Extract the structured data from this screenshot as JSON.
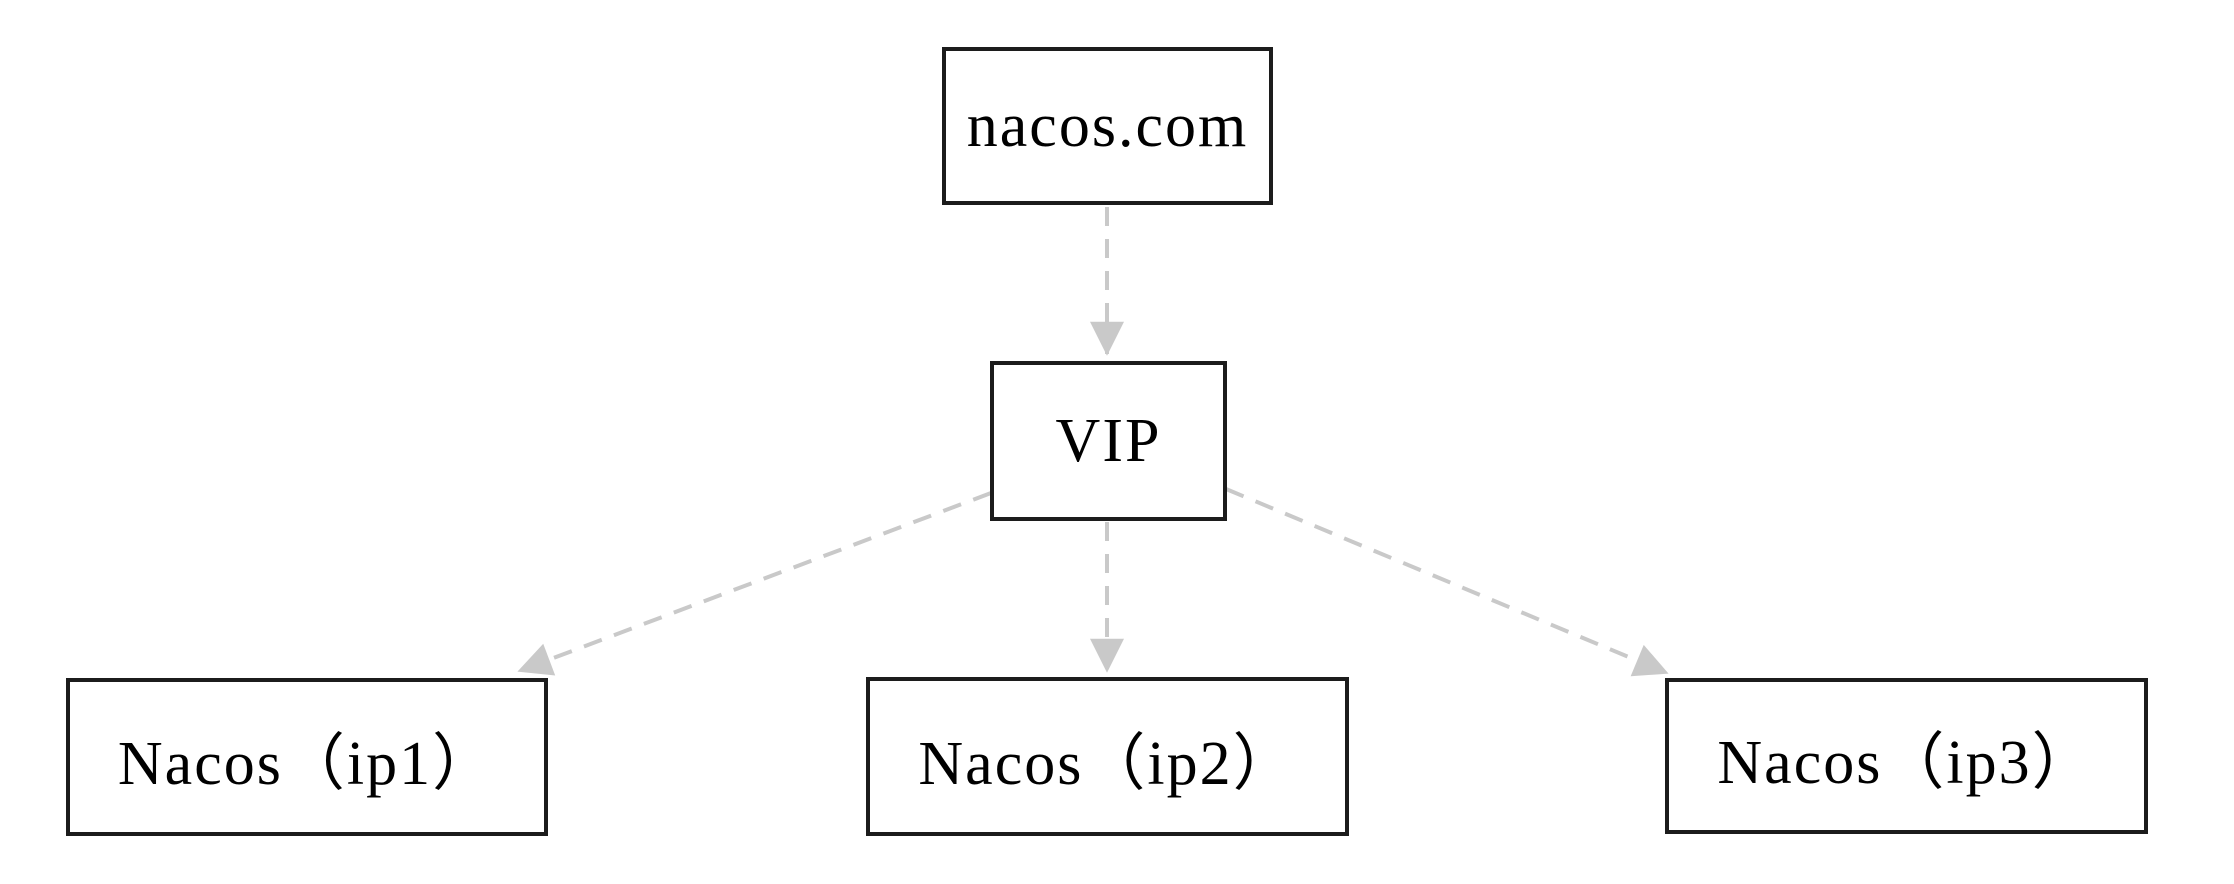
{
  "diagram": {
    "type": "flowchart",
    "nodes": [
      {
        "id": "nacos-com",
        "label": "nacos.com",
        "shape": "rectangle"
      },
      {
        "id": "vip",
        "label": "VIP",
        "shape": "rectangle"
      },
      {
        "id": "nacos-ip1",
        "label": "Nacos（ip1）",
        "shape": "rectangle"
      },
      {
        "id": "nacos-ip2",
        "label": "Nacos（ip2）",
        "shape": "rectangle"
      },
      {
        "id": "nacos-ip3",
        "label": "Nacos（ip3）",
        "shape": "rectangle"
      }
    ],
    "edges": [
      {
        "from": "nacos.com",
        "to": "VIP",
        "style": "dashed",
        "arrow": "to"
      },
      {
        "from": "VIP",
        "to": "Nacos（ip1）",
        "style": "dashed",
        "arrow": "to"
      },
      {
        "from": "VIP",
        "to": "Nacos（ip2）",
        "style": "dashed",
        "arrow": "to"
      },
      {
        "from": "VIP",
        "to": "Nacos（ip3）",
        "style": "dashed",
        "arrow": "to"
      }
    ],
    "colors": {
      "node-border": "#1c1c1c",
      "node-fill": "#ffffff",
      "edge": "#c9c9c9",
      "text": "#000000",
      "background": "#ffffff"
    }
  }
}
